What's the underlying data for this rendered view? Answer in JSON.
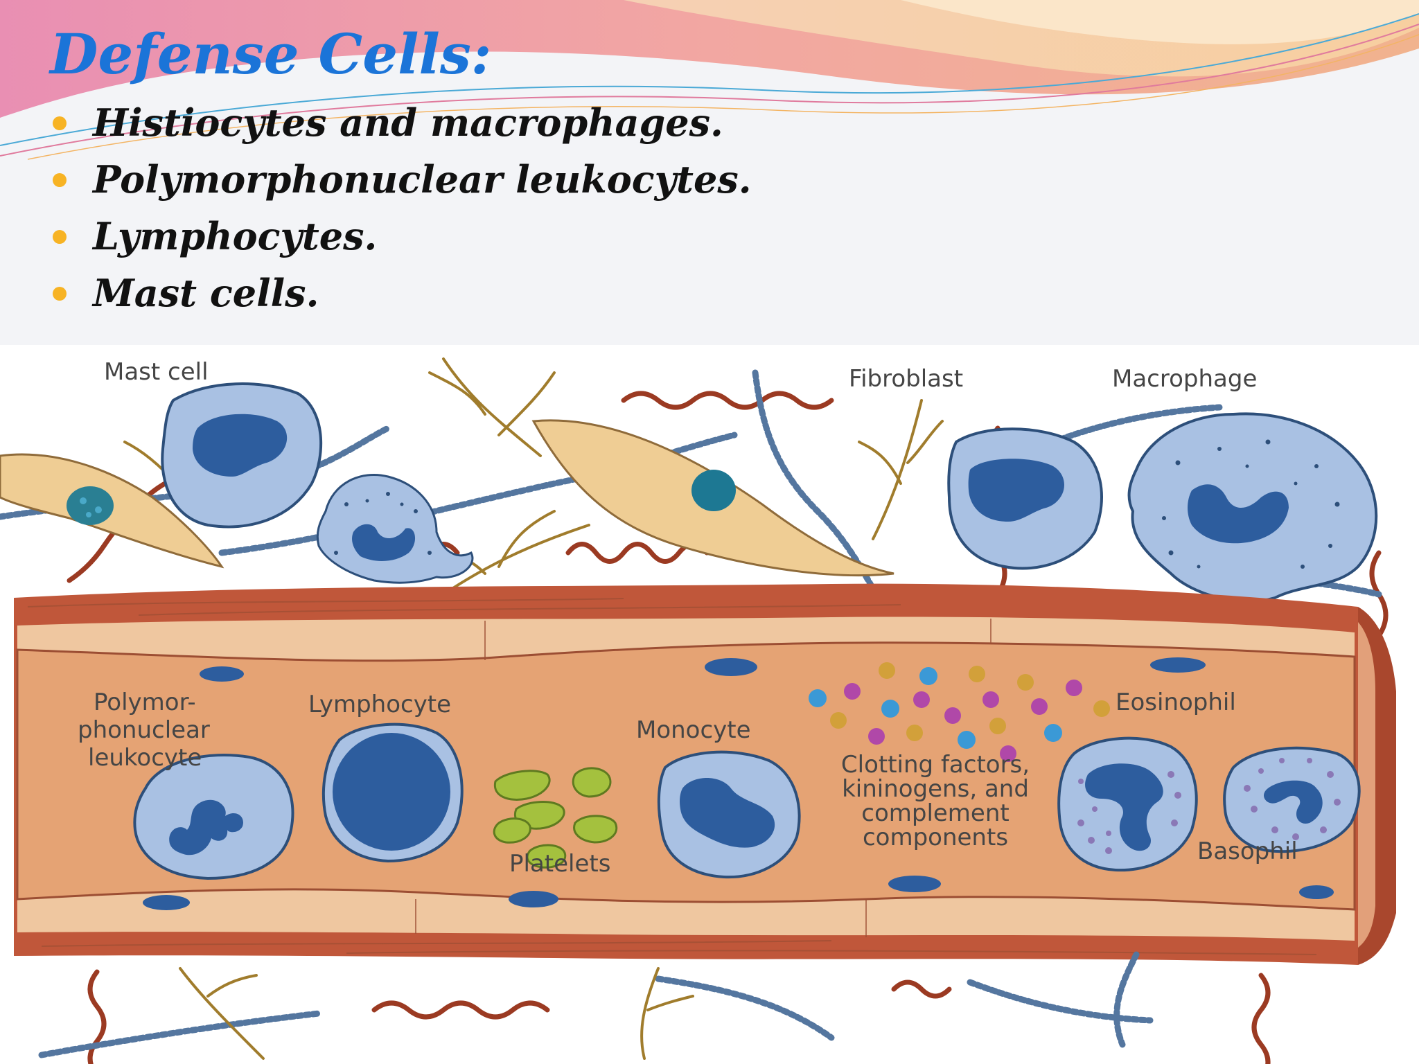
{
  "slide": {
    "title": "Defense Cells:",
    "bullets": [
      "Histiocytes and macrophages.",
      "Polymorphonuclear leukocytes.",
      "Lymphocytes.",
      "Mast cells."
    ]
  },
  "figure": {
    "labels": {
      "mast_cell": "Mast cell",
      "fibroblast": "Fibroblast",
      "macrophage": "Macrophage",
      "pmn": [
        "Polymor-",
        "phonuclear",
        "leukocyte"
      ],
      "lymphocyte": "Lymphocyte",
      "monocyte": "Monocyte",
      "platelets": "Platelets",
      "clotting": [
        "Clotting factors,",
        "kininogens, and",
        "complement",
        "components"
      ],
      "eosinophil": "Eosinophil",
      "basophil": "Basophil"
    }
  },
  "colors": {
    "title": "#1b74d8",
    "bullet": "#f7b324",
    "vessel_wall": "#c0573a",
    "vessel_lumen": "#e7a87a",
    "cell_fill": "#a9c1e3",
    "nucleus": "#2d5d9e",
    "platelet": "#a4c13e",
    "collagen": "#9b3a22",
    "elastin": "#54769f"
  }
}
